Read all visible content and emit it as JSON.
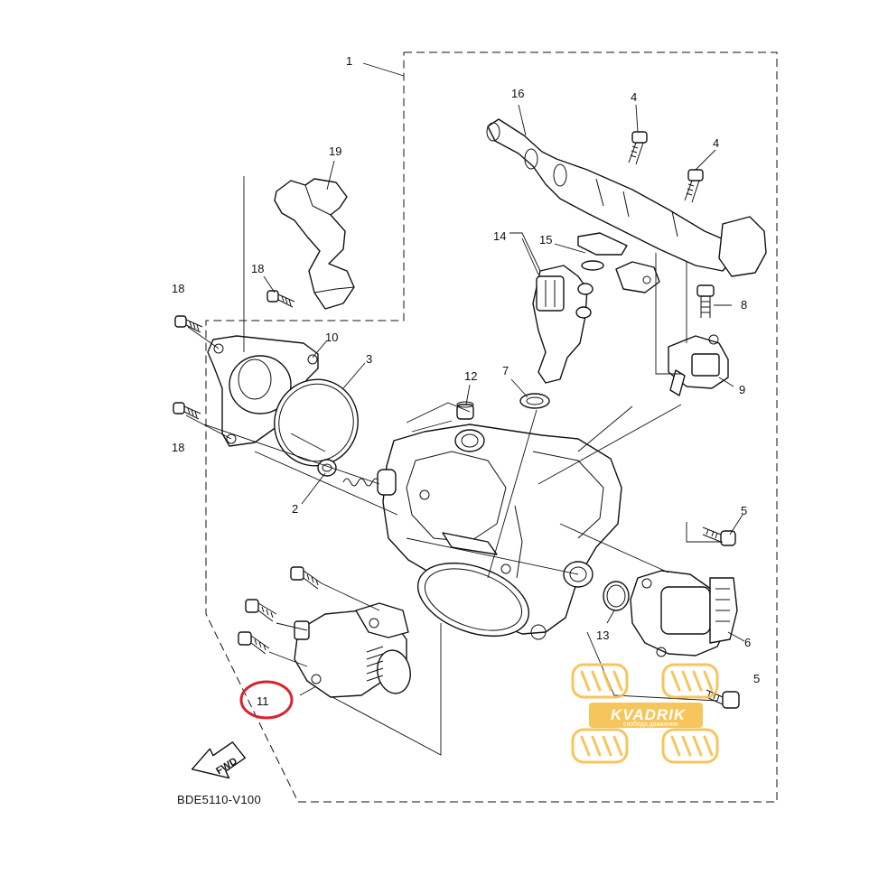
{
  "diagram": {
    "drawing_code": "BDE5110-V100",
    "fwd_label": "FWD",
    "highlight_color": "#d8242e",
    "watermark": {
      "brand": "KVADRIK",
      "tagline": "свобода движения",
      "color": "#f5c04a"
    },
    "callouts": {
      "c1": "1",
      "c2": "2",
      "c3": "3",
      "c4a": "4",
      "c4b": "4",
      "c5a": "5",
      "c5b": "5",
      "c6": "6",
      "c7": "7",
      "c8": "8",
      "c9": "9",
      "c10": "10",
      "c11": "11",
      "c12": "12",
      "c13": "13",
      "c14": "14",
      "c15": "15",
      "c16": "16",
      "c18a": "18",
      "c18b": "18",
      "c18c": "18",
      "c19": "19"
    }
  }
}
